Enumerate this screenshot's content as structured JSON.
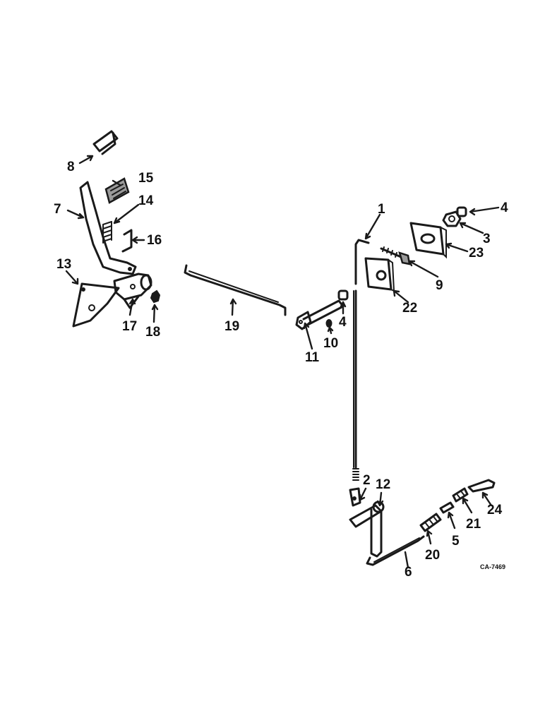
{
  "figure_code": "CA-7469",
  "callouts": [
    {
      "id": "1",
      "text": "1"
    },
    {
      "id": "2",
      "text": "2"
    },
    {
      "id": "3",
      "text": "3"
    },
    {
      "id": "4a",
      "text": "4"
    },
    {
      "id": "4b",
      "text": "4"
    },
    {
      "id": "5",
      "text": "5"
    },
    {
      "id": "6",
      "text": "6"
    },
    {
      "id": "7",
      "text": "7"
    },
    {
      "id": "8",
      "text": "8"
    },
    {
      "id": "9",
      "text": "9"
    },
    {
      "id": "10",
      "text": "10"
    },
    {
      "id": "11",
      "text": "11"
    },
    {
      "id": "12",
      "text": "12"
    },
    {
      "id": "13",
      "text": "13"
    },
    {
      "id": "14",
      "text": "14"
    },
    {
      "id": "15",
      "text": "15"
    },
    {
      "id": "16",
      "text": "16"
    },
    {
      "id": "17",
      "text": "17"
    },
    {
      "id": "18",
      "text": "18"
    },
    {
      "id": "19",
      "text": "19"
    },
    {
      "id": "20",
      "text": "20"
    },
    {
      "id": "21",
      "text": "21"
    },
    {
      "id": "22",
      "text": "22"
    },
    {
      "id": "23",
      "text": "23"
    },
    {
      "id": "24",
      "text": "24"
    }
  ]
}
